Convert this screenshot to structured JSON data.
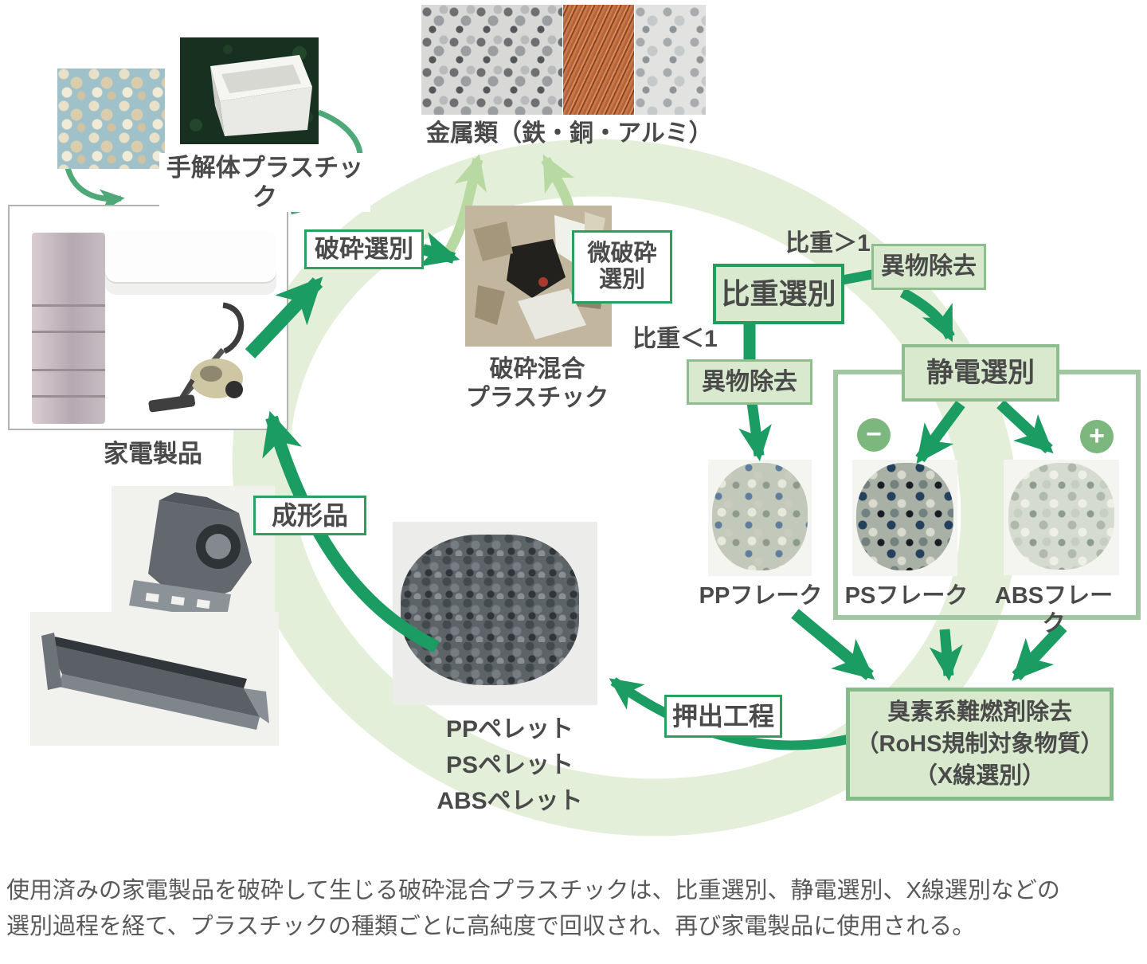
{
  "diagram": {
    "hand": {
      "label": "手解体プラスチック"
    },
    "metals": {
      "label": "金属類（鉄・銅・アルミ）"
    },
    "appliances": {
      "label": "家電製品"
    },
    "process": {
      "crush_sort": "破砕選別",
      "fine_crush_line1": "微破砕",
      "fine_crush_line2": "選別",
      "mixed_line1": "破砕混合",
      "mixed_line2": "プラスチック",
      "gravity_gt": "比重＞1",
      "gravity_lt": "比重＜1",
      "gravity_sort": "比重選別",
      "foreign_removal_top": "異物除去",
      "foreign_removal_left": "異物除去",
      "electrostatic_sort": "静電選別",
      "minus": "−",
      "plus": "+",
      "flame_line1": "臭素系難燃剤除去",
      "flame_line2": "（RoHS規制対象物質）",
      "flame_line3": "（X線選別）",
      "extrusion": "押出工程",
      "molded": "成形品"
    },
    "flakes": {
      "pp": "PPフレーク",
      "ps": "PSフレーク",
      "abs": "ABSフレーク"
    },
    "pellets": {
      "pp": "PPペレット",
      "ps": "PSペレット",
      "abs": "ABSペレット"
    },
    "caption_line1": "使用済みの家電製品を破砕して生じる破砕混合プラスチックは、比重選別、静電選別、X線選別などの",
    "caption_line2": "選別過程を経て、プラスチックの種類ごとに高純度で回収され、再び家電製品に使用される。",
    "colors": {
      "arrow_green": "#1b9c62",
      "pale_arrow_green": "#b8d9a2",
      "ring_green": "#e4efd9",
      "box_fill_green": "#d8e9cd",
      "box_border_bright": "#2aa05f",
      "box_border_dark": "#1f9e5e",
      "box_border_mid": "#8cbe8e",
      "container_border": "#a2c6a2",
      "badge_green": "#7cb87e"
    }
  }
}
